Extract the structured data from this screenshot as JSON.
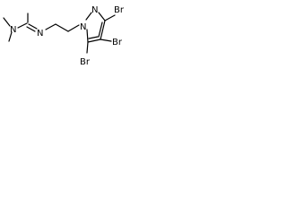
{
  "molecule": {
    "atoms": {
      "n_amine": "N",
      "n_imine": "N",
      "n_ring": "N",
      "n_ring2": "N",
      "br_top": "Br",
      "br_right": "Br",
      "br_bottom": "Br"
    }
  }
}
